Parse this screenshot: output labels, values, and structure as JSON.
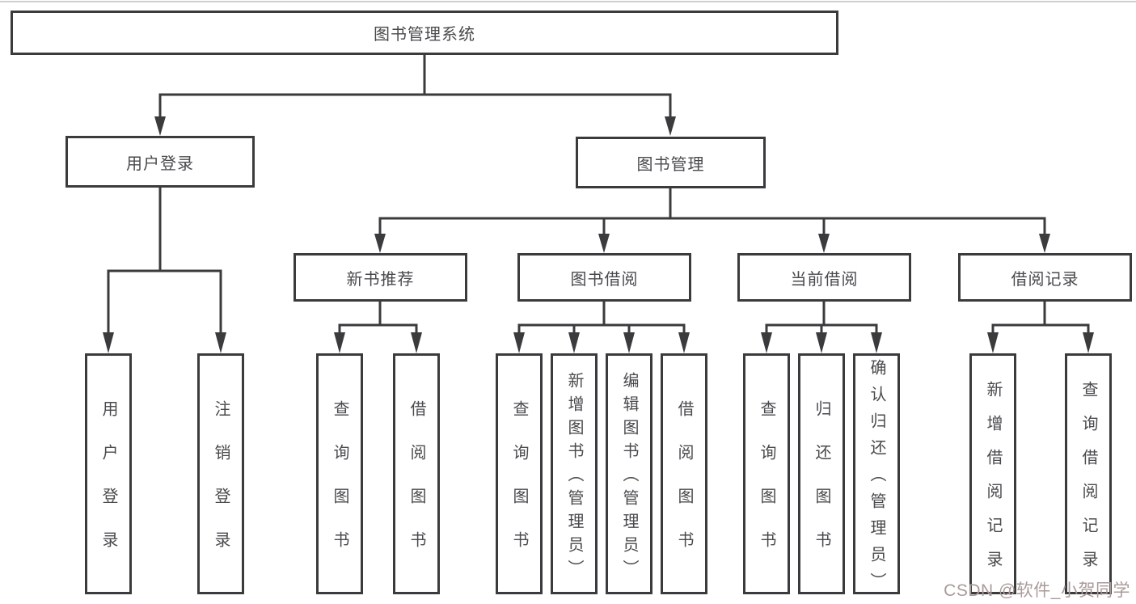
{
  "colors": {
    "line": "#3b3b3d",
    "box_border": "#3b3b3d",
    "text": "#4a4a4e",
    "background": "#ffffff",
    "watermark": "#ab9a9a"
  },
  "watermark": {
    "text": "CSDN @软件_小贺同学"
  },
  "nodes": {
    "root": {
      "label": "图书管理系统"
    },
    "level1": [
      {
        "label": "用户登录",
        "children": [
          {
            "label": "用户登录"
          },
          {
            "label": "注销登录"
          }
        ]
      },
      {
        "label": "图书管理",
        "children": [
          {
            "label": "新书推荐",
            "children": [
              {
                "label": "查询图书"
              },
              {
                "label": "借阅图书"
              }
            ]
          },
          {
            "label": "图书借阅",
            "children": [
              {
                "label": "查询图书"
              },
              {
                "label": "新增图书（管理员）"
              },
              {
                "label": "编辑图书（管理员）"
              },
              {
                "label": "借阅图书"
              }
            ]
          },
          {
            "label": "当前借阅",
            "children": [
              {
                "label": "查询图书"
              },
              {
                "label": "归还图书"
              },
              {
                "label": "确认归还（管理员）"
              }
            ]
          },
          {
            "label": "借阅记录",
            "children": [
              {
                "label": "新增借阅记录"
              },
              {
                "label": "查询借阅记录"
              }
            ]
          }
        ]
      }
    ]
  }
}
